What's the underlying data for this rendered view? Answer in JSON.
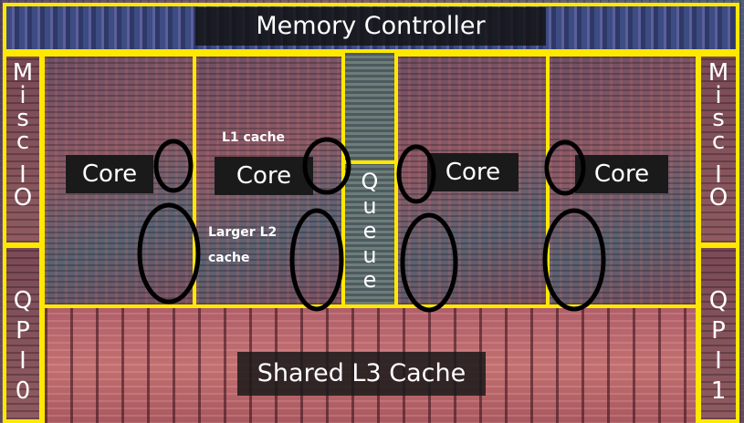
{
  "memory_controller": {
    "label": "Memory Controller"
  },
  "left_misc_io": {
    "letters": [
      "M",
      "i",
      "s",
      "c",
      "I",
      "O"
    ]
  },
  "right_misc_io": {
    "letters": [
      "M",
      "i",
      "s",
      "c",
      "I",
      "O"
    ]
  },
  "left_qpi": {
    "letters": [
      "Q",
      "P",
      "I",
      "0"
    ]
  },
  "right_qpi": {
    "letters": [
      "Q",
      "P",
      "I",
      "1"
    ]
  },
  "cores": [
    {
      "label": "Core"
    },
    {
      "label": "Core"
    },
    {
      "label": "Core"
    },
    {
      "label": "Core"
    }
  ],
  "queue": {
    "letters": [
      "Q",
      "u",
      "e",
      "u",
      "e"
    ]
  },
  "annotations": {
    "l1_cache": "L1 cache",
    "l2_cache_line1": "Larger L2",
    "l2_cache_line2": "cache"
  },
  "shared_l3": {
    "label": "Shared L3 Cache"
  },
  "colors": {
    "outline": "#ffe800",
    "cache_circle": "#000000",
    "label_text": "#ffffff"
  }
}
